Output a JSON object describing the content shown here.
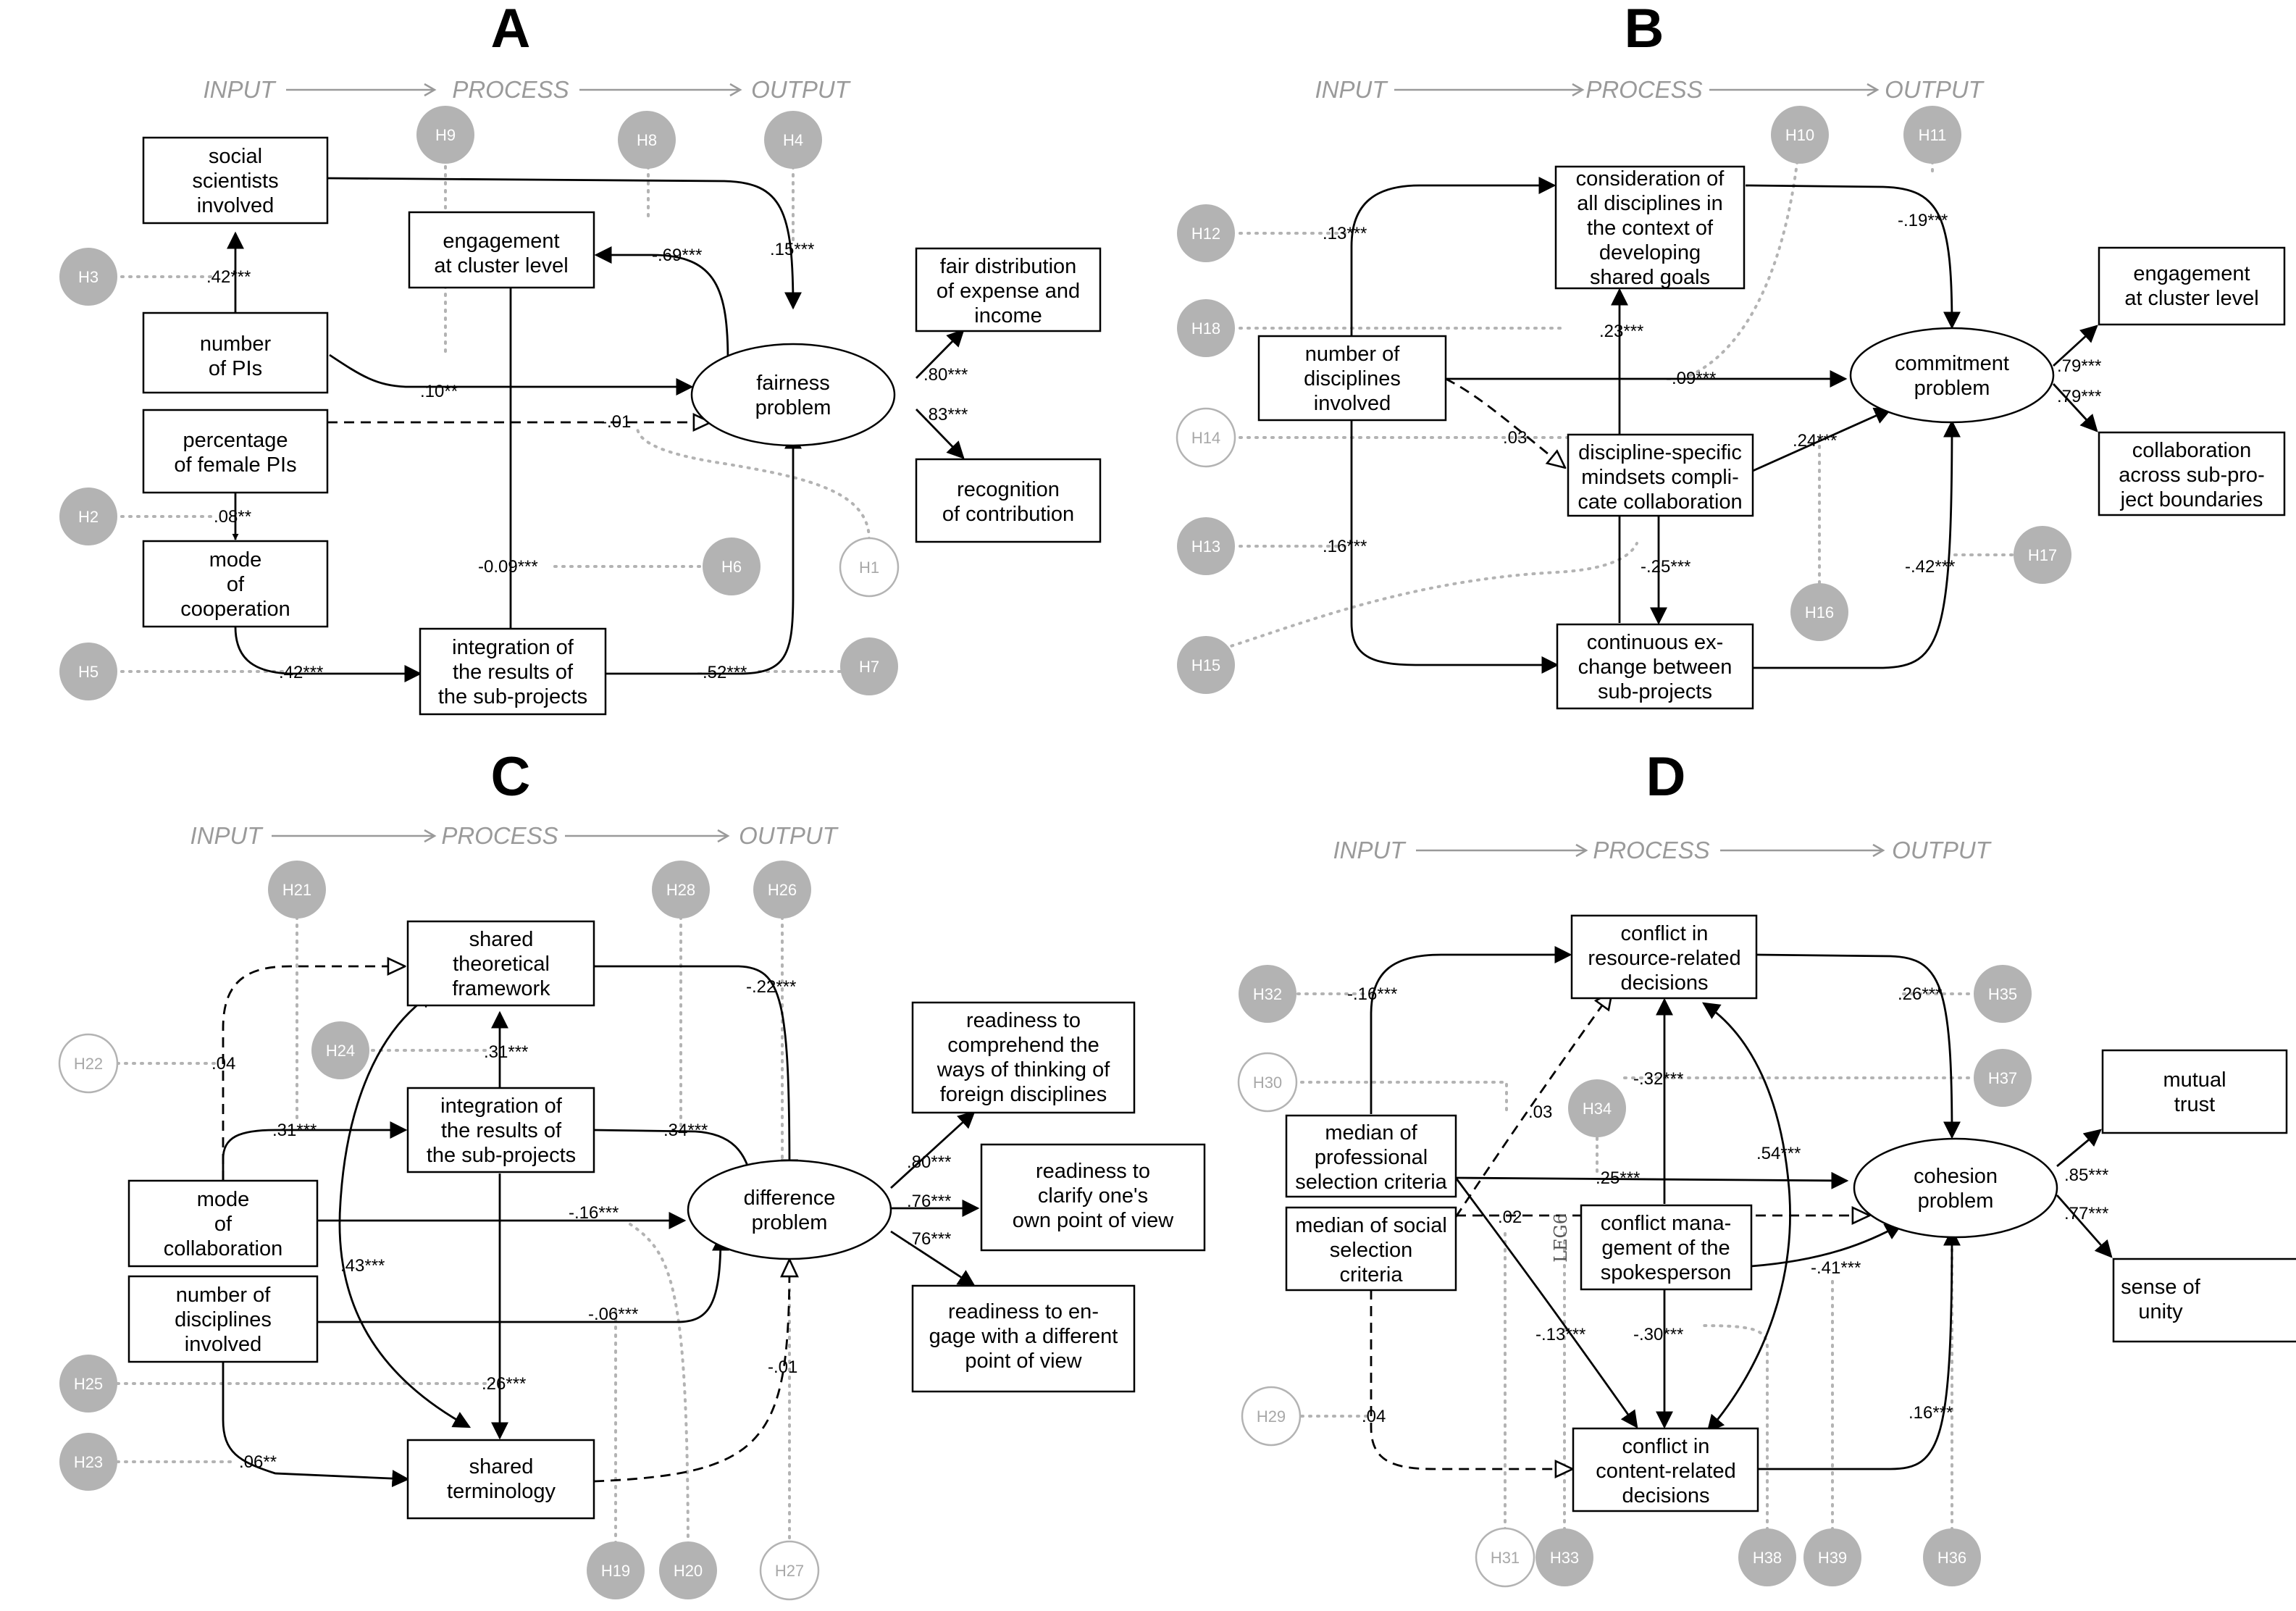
{
  "panels": {
    "A": {
      "letter": "A",
      "flow": {
        "input": "INPUT",
        "process": "PROCESS",
        "output": "OUTPUT"
      },
      "boxes": {
        "social_scientists": [
          "social",
          "scientists",
          "involved"
        ],
        "number_pis": [
          "number",
          "of PIs"
        ],
        "percentage_female": [
          "percentage",
          "of female PIs"
        ],
        "mode_cooperation": [
          "mode",
          "of",
          "cooperation"
        ],
        "engagement": [
          "engagement",
          "at cluster level"
        ],
        "integration": [
          "integration of",
          "the results of",
          "the sub-projects"
        ],
        "fair_distribution": [
          "fair distribution",
          "of expense and",
          "income"
        ],
        "recognition": [
          "recognition",
          "of contribution"
        ]
      },
      "ellipse": [
        "fairness",
        "problem"
      ],
      "coefficients": {
        "social_to_fairness": ".15***",
        "number_to_social": ".42***",
        "number_to_fairness": ".10**",
        "female_to_fairness": "-.01",
        "female_to_mode": ".08**",
        "fairness_to_engagement": "-.69***",
        "integration_to_engagement": "-0.09***",
        "mode_to_integration": ".42***",
        "integration_to_fairness": "-.52***",
        "fairness_to_fair_distribution": ".80***",
        "fairness_to_recognition": ".83***"
      },
      "hypotheses": [
        "H1",
        "H2",
        "H3",
        "H4",
        "H5",
        "H6",
        "H7",
        "H8",
        "H9"
      ]
    },
    "B": {
      "letter": "B",
      "flow": {
        "input": "INPUT",
        "process": "PROCESS",
        "output": "OUTPUT"
      },
      "boxes": {
        "consideration": [
          "consideration of",
          "all disciplines in",
          "the context of",
          "developing",
          "shared goals"
        ],
        "number_disciplines": [
          "number of",
          "disciplines",
          "involved"
        ],
        "mindsets": [
          "discipline-specific",
          "mindsets compli-",
          "cate collaboration"
        ],
        "exchange": [
          "continuous ex-",
          "change between",
          "sub-projects"
        ],
        "engagement": [
          "engagement",
          "at cluster level"
        ],
        "collaboration": [
          "collaboration",
          "across sub-pro-",
          "ject boundaries"
        ]
      },
      "ellipse": [
        "commitment",
        "problem"
      ],
      "coefficients": {
        "number_to_consideration": ".13***",
        "consideration_to_commitment": "-.19***",
        "mindsets_to_consideration": ".23***",
        "number_to_commitment": "-.09***",
        "number_to_mindsets": ".03",
        "mindsets_to_commitment": ".24***",
        "number_to_exchange": ".16***",
        "mindsets_to_exchange": "-.25***",
        "exchange_to_commitment": "-.42***",
        "commitment_to_engagement": ".79***",
        "commitment_to_collaboration": ".79***"
      },
      "hypotheses": [
        "H10",
        "H11",
        "H12",
        "H13",
        "H14",
        "H15",
        "H16",
        "H17",
        "H18"
      ]
    },
    "C": {
      "letter": "C",
      "flow": {
        "input": "INPUT",
        "process": "PROCESS",
        "output": "OUTPUT"
      },
      "boxes": {
        "shared_framework": [
          "shared",
          "theoretical",
          "framework"
        ],
        "integration": [
          "integration of",
          "the results of",
          "the sub-projects"
        ],
        "mode_collaboration": [
          "mode",
          "of",
          "collaboration"
        ],
        "number_disciplines": [
          "number of",
          "disciplines",
          "involved"
        ],
        "shared_terminology": [
          "shared",
          "terminology"
        ],
        "readiness_comprehend": [
          "readiness to",
          "comprehend the",
          "ways of thinking of",
          "foreign disciplines"
        ],
        "readiness_clarify": [
          "readiness to",
          "clarify one's",
          "own point of view"
        ],
        "readiness_engage": [
          "readiness to en-",
          "gage with a different",
          "point of view"
        ]
      },
      "ellipse": [
        "difference",
        "problem"
      ],
      "coefficients": {
        "mode_to_framework": ".04",
        "framework_to_difference": "-.22***",
        "integration_to_framework": ".31***",
        "mode_to_integration": ".31***",
        "integration_to_difference": "-.34***",
        "mode_to_difference": "-.16***",
        "number_to_difference": "-.06***",
        "framework_terminology": ".43***",
        "integration_to_terminology": ".26***",
        "number_to_terminology": ".06**",
        "terminology_to_difference": "-.01",
        "difference_to_comprehend": ".80***",
        "difference_to_clarify": ".76***",
        "difference_to_engage": ".76***"
      },
      "hypotheses": [
        "H19",
        "H20",
        "H21",
        "H22",
        "H23",
        "H24",
        "H25",
        "H26",
        "H27",
        "H28"
      ]
    },
    "D": {
      "letter": "D",
      "flow": {
        "input": "INPUT",
        "process": "PROCESS",
        "output": "OUTPUT"
      },
      "boxes": {
        "resource_conflict": [
          "conflict in",
          "resource-related",
          "decisions"
        ],
        "median_professional": [
          "median of",
          "professional",
          "selection criteria"
        ],
        "median_social": [
          "median of social",
          "selection",
          "criteria"
        ],
        "conflict_management": [
          "conflict mana-",
          "gement of the",
          "spokesperson"
        ],
        "content_conflict": [
          "conflict in",
          "content-related",
          "decisions"
        ],
        "mutual_trust": [
          "mutual",
          "trust"
        ],
        "sense_unity": [
          "sense of",
          "unity"
        ]
      },
      "ellipse": [
        "cohesion",
        "problem"
      ],
      "leg_label": "LEG6",
      "coefficients": {
        "professional_to_resource": "-.16***",
        "resource_to_cohesion": ".26***",
        "social_to_resource": ".03",
        "management_to_resource": "-.32***",
        "resource_content": ".54***",
        "professional_to_cohesion": "-.25***",
        "social_to_cohesion": ".02",
        "management_to_cohesion": "-.41***",
        "professional_to_content": "-.13***",
        "management_to_content": "-.30***",
        "social_to_content": ".04",
        "content_to_cohesion": ".16***",
        "cohesion_to_trust": ".85***",
        "cohesion_to_unity": ".77***"
      },
      "hypotheses": [
        "H29",
        "H30",
        "H31",
        "H32",
        "H33",
        "H34",
        "H35",
        "H36",
        "H37",
        "H38",
        "H39"
      ]
    }
  }
}
